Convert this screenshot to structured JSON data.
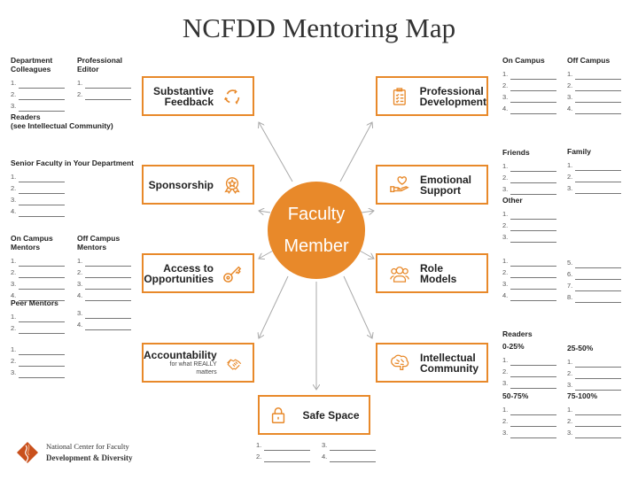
{
  "title": "NCFDD Mentoring Map",
  "center": {
    "line1": "Faculty",
    "line2": "Member"
  },
  "boxes": {
    "substantive": "Substantive\nFeedback",
    "sponsorship": "Sponsorship",
    "access": "Access to\nOpportunities",
    "accountability": "Accountability",
    "accountability_sub": "for what REALLY\nmatters",
    "safe": "Safe Space",
    "professional": "Professional\nDevelopment",
    "emotional": "Emotional\nSupport",
    "role": "Role\nModels",
    "intellectual": "Intellectual\nCommunity"
  },
  "groups": {
    "dept": {
      "h": "Department\nColleagues",
      "items": [
        "1.",
        "2.",
        "3."
      ]
    },
    "editor": {
      "h": "Professional\nEditor",
      "items": [
        "1.",
        "2."
      ]
    },
    "readers_note": {
      "h": "Readers\n(see Intellectual Community)"
    },
    "senior": {
      "h": "Senior Faculty in Your Department",
      "items": [
        "1.",
        "2.",
        "3.",
        "4."
      ]
    },
    "on_mentors": {
      "h": "On Campus\nMentors",
      "items": [
        "1.",
        "2.",
        "3.",
        "4."
      ]
    },
    "off_mentors": {
      "h": "Off Campus\nMentors",
      "items": [
        "1.",
        "2.",
        "3.",
        "4."
      ]
    },
    "peer_a": {
      "h": "Peer Mentors",
      "items": [
        "1.",
        "2."
      ]
    },
    "peer_b": {
      "items": [
        "3.",
        "4."
      ]
    },
    "account": {
      "items": [
        "1.",
        "2.",
        "3."
      ]
    },
    "safe_a": {
      "items": [
        "1.",
        "2."
      ]
    },
    "safe_b": {
      "items": [
        "3.",
        "4."
      ]
    },
    "pd_on": {
      "h": "On Campus",
      "items": [
        "1.",
        "2.",
        "3.",
        "4."
      ]
    },
    "pd_off": {
      "h": "Off Campus",
      "items": [
        "1.",
        "2.",
        "3.",
        "4."
      ]
    },
    "friends": {
      "h": "Friends",
      "items": [
        "1.",
        "2.",
        "3."
      ]
    },
    "family": {
      "h": "Family",
      "items": [
        "1.",
        "2.",
        "3."
      ]
    },
    "other": {
      "h": "Other",
      "items": [
        "1.",
        "2.",
        "3."
      ]
    },
    "role_a": {
      "items": [
        "1.",
        "2.",
        "3.",
        "4."
      ]
    },
    "role_b": {
      "items": [
        "5.",
        "6.",
        "7.",
        "8."
      ]
    },
    "readers": {
      "h": "Readers"
    },
    "r0": {
      "h": "0-25%",
      "items": [
        "1.",
        "2.",
        "3."
      ]
    },
    "r25": {
      "h": "25-50%",
      "items": [
        "1.",
        "2.",
        "3."
      ]
    },
    "r50": {
      "h": "50-75%",
      "items": [
        "1.",
        "2.",
        "3."
      ]
    },
    "r75": {
      "h": "75-100%",
      "items": [
        "1.",
        "2.",
        "3."
      ]
    }
  },
  "logo": {
    "line1": "National Center for Faculty",
    "line2": "Development & Diversity"
  },
  "colors": {
    "accent": "#e8892a",
    "arrow": "#aaaaaa"
  }
}
